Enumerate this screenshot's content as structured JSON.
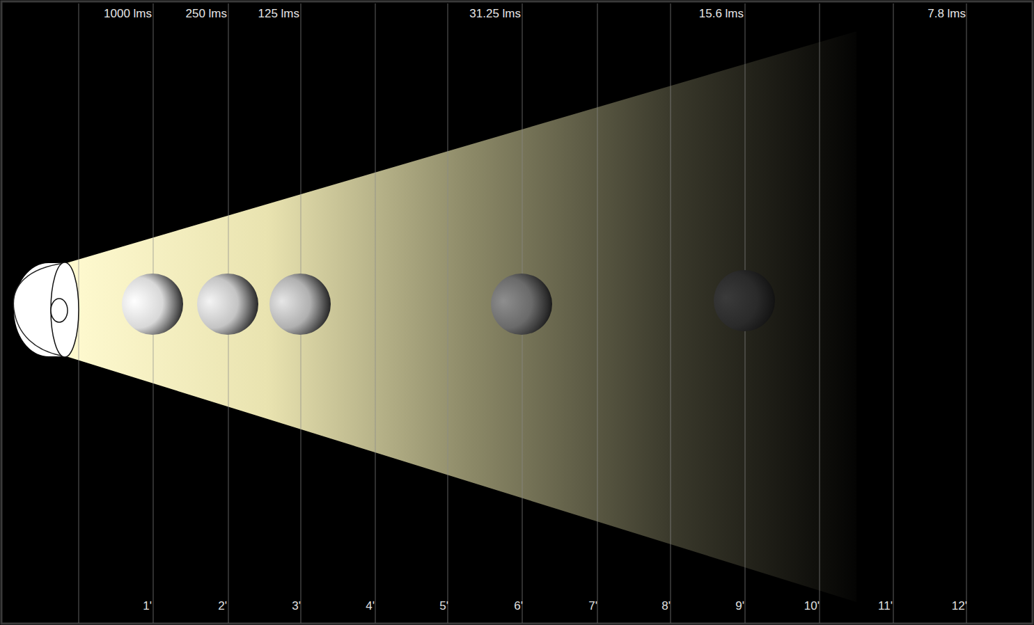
{
  "diagram": {
    "labels": [
      "1000 lms",
      "250 lms",
      "125 lms",
      "31.25 lms",
      "15.6 lms",
      "7.8 lms",
      "1'",
      "2'",
      "3'",
      "4'",
      "5'",
      "6'",
      "7'",
      "8'",
      "9'",
      "10'",
      "11'",
      "12'"
    ]
  }
}
